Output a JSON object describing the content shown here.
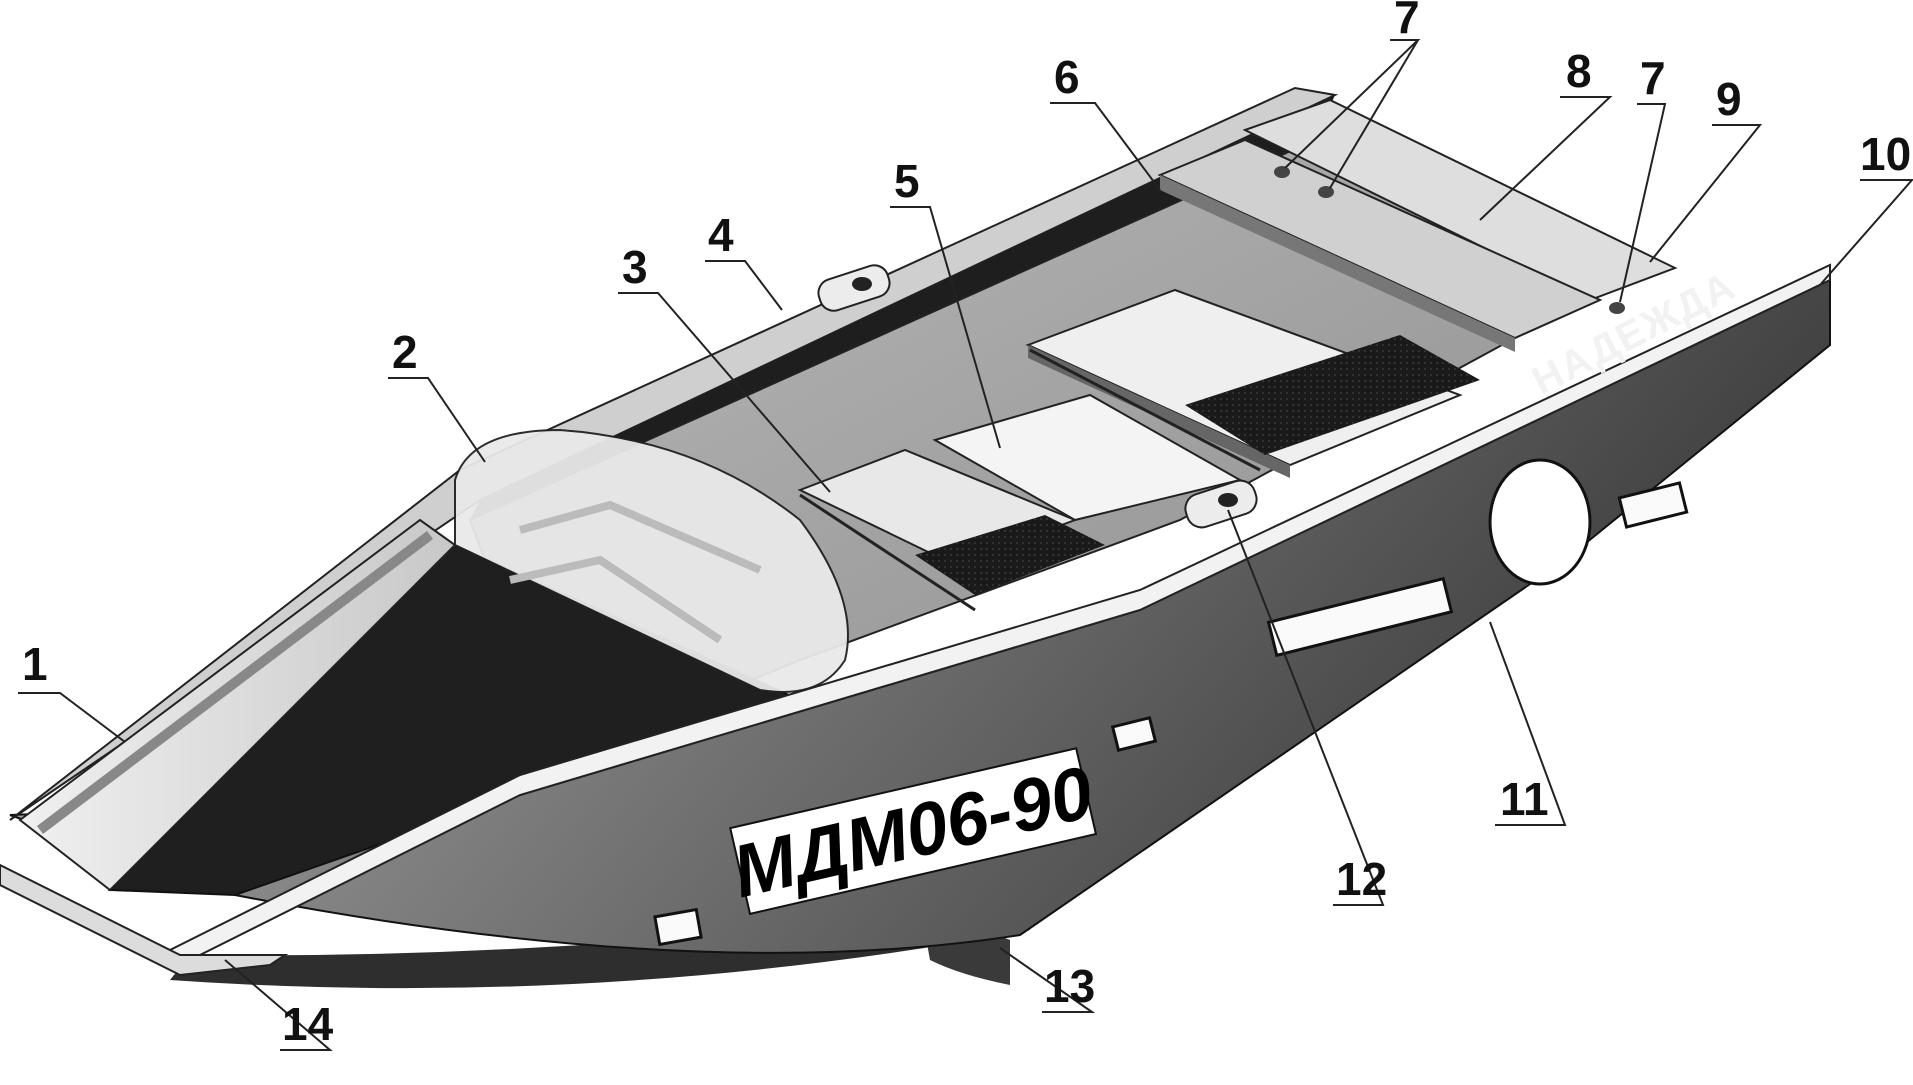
{
  "hull_labels": {
    "registration": "МДМ06-90",
    "boat_name": "НАДЕЖДА"
  },
  "callouts": [
    {
      "num": "1"
    },
    {
      "num": "2"
    },
    {
      "num": "3"
    },
    {
      "num": "4"
    },
    {
      "num": "5"
    },
    {
      "num": "6"
    },
    {
      "num": "7"
    },
    {
      "num": "7"
    },
    {
      "num": "8"
    },
    {
      "num": "9"
    },
    {
      "num": "10"
    },
    {
      "num": "11"
    },
    {
      "num": "12"
    },
    {
      "num": "13"
    },
    {
      "num": "14"
    }
  ],
  "colors": {
    "hull_side": "#6f6f6f",
    "deck": "#262626",
    "interior": "#9a9a9a",
    "light": "#e6e6e6",
    "dark": "#1b1b1b"
  }
}
